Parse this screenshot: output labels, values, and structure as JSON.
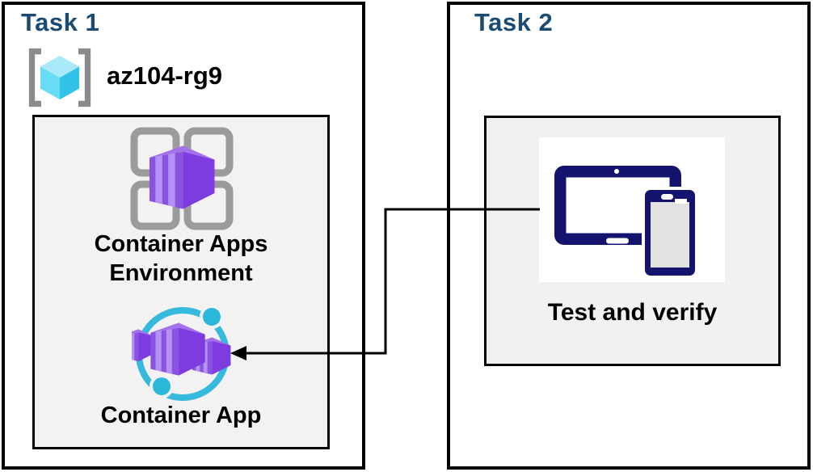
{
  "diagram": {
    "task1": {
      "title": "Task 1",
      "resource_group": "az104-rg9",
      "nodes": [
        {
          "id": "container-apps-environment",
          "label": "Container Apps Environment",
          "label_lines": [
            "Container Apps",
            "Environment"
          ]
        },
        {
          "id": "container-app",
          "label": "Container App"
        }
      ]
    },
    "task2": {
      "title": "Task 2",
      "nodes": [
        {
          "id": "test-and-verify",
          "label": "Test and verify"
        }
      ]
    },
    "connections": [
      {
        "from": "test-and-verify",
        "to": "container-app",
        "style": "elbow",
        "arrowhead": "left"
      }
    ],
    "icons": {
      "resource_group": "azure-resource-group-icon",
      "container_apps_environment": "container-apps-environment-icon",
      "container_app": "container-app-icon",
      "test_and_verify": "tablet-and-phone-icon"
    },
    "colors": {
      "task_title": "#1b4a73",
      "label_text": "#000000",
      "box_border": "#000000",
      "inner_box_fill": "#f2f2f2",
      "icon_plate_fill": "#ffffff",
      "container_purple_light": "#b592f2",
      "container_purple": "#8a52e0",
      "container_purple_dark": "#7d3be0",
      "container_purple_top": "#a371ea",
      "orbit_cyan": "#35b9dc",
      "cube_cyan_top": "#a8eaf8",
      "cube_cyan_left": "#69dcf5",
      "cube_cyan_right": "#33c3e9",
      "bracket_gray": "#8b8b8b",
      "grid_gray": "#9b9b9b",
      "device_navy": "#14146e",
      "connector": "#000000"
    }
  }
}
